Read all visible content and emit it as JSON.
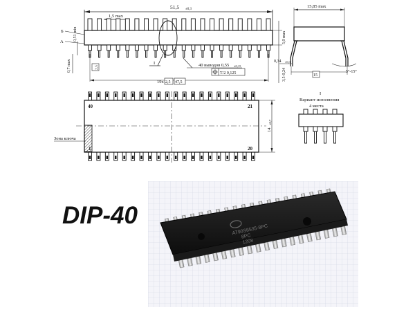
{
  "drawing": {
    "top_view": {
      "overall_length": "51,5",
      "overall_length_tol": "±0,3",
      "pin_step_top": "1,5 max",
      "label_b": "Б",
      "label_a": "А",
      "dim_051": "0,51 min",
      "dim_07": "0,7 max",
      "dim_25": "2,5",
      "detail_label": "I",
      "pin_count_label": "40 выводов 0,55",
      "pin_count_tol": "±0,15",
      "tolerance_frame": "T/2 0,125",
      "pitch_total": "19x",
      "pitch_box": "2,5",
      "pitch_sum": "47,5",
      "dim_50": "5,0 max",
      "dim_35": "3,5-0,24"
    },
    "side_view": {
      "width_max": "15,85 max",
      "dim_034": "0,34",
      "dim_034_tol": "±0,1",
      "width_15": "15",
      "angle": "5°-15°"
    },
    "bottom_view": {
      "pin_40": "40",
      "pin_21": "21",
      "pin_1": "1",
      "pin_20": "20",
      "height": "14",
      "height_tol": "±0,7",
      "key_zone": "Зона ключа"
    },
    "detail": {
      "roman": "I",
      "title": "Вариант исполнения",
      "note": "4 места"
    }
  },
  "photo": {
    "chip_brand_icon": "atmel-logo-icon",
    "chip_marking_line1": "AT90S8535-8PC",
    "chip_marking_line2": "8PC",
    "chip_marking_line3": "1208"
  },
  "package_name": "DIP-40"
}
